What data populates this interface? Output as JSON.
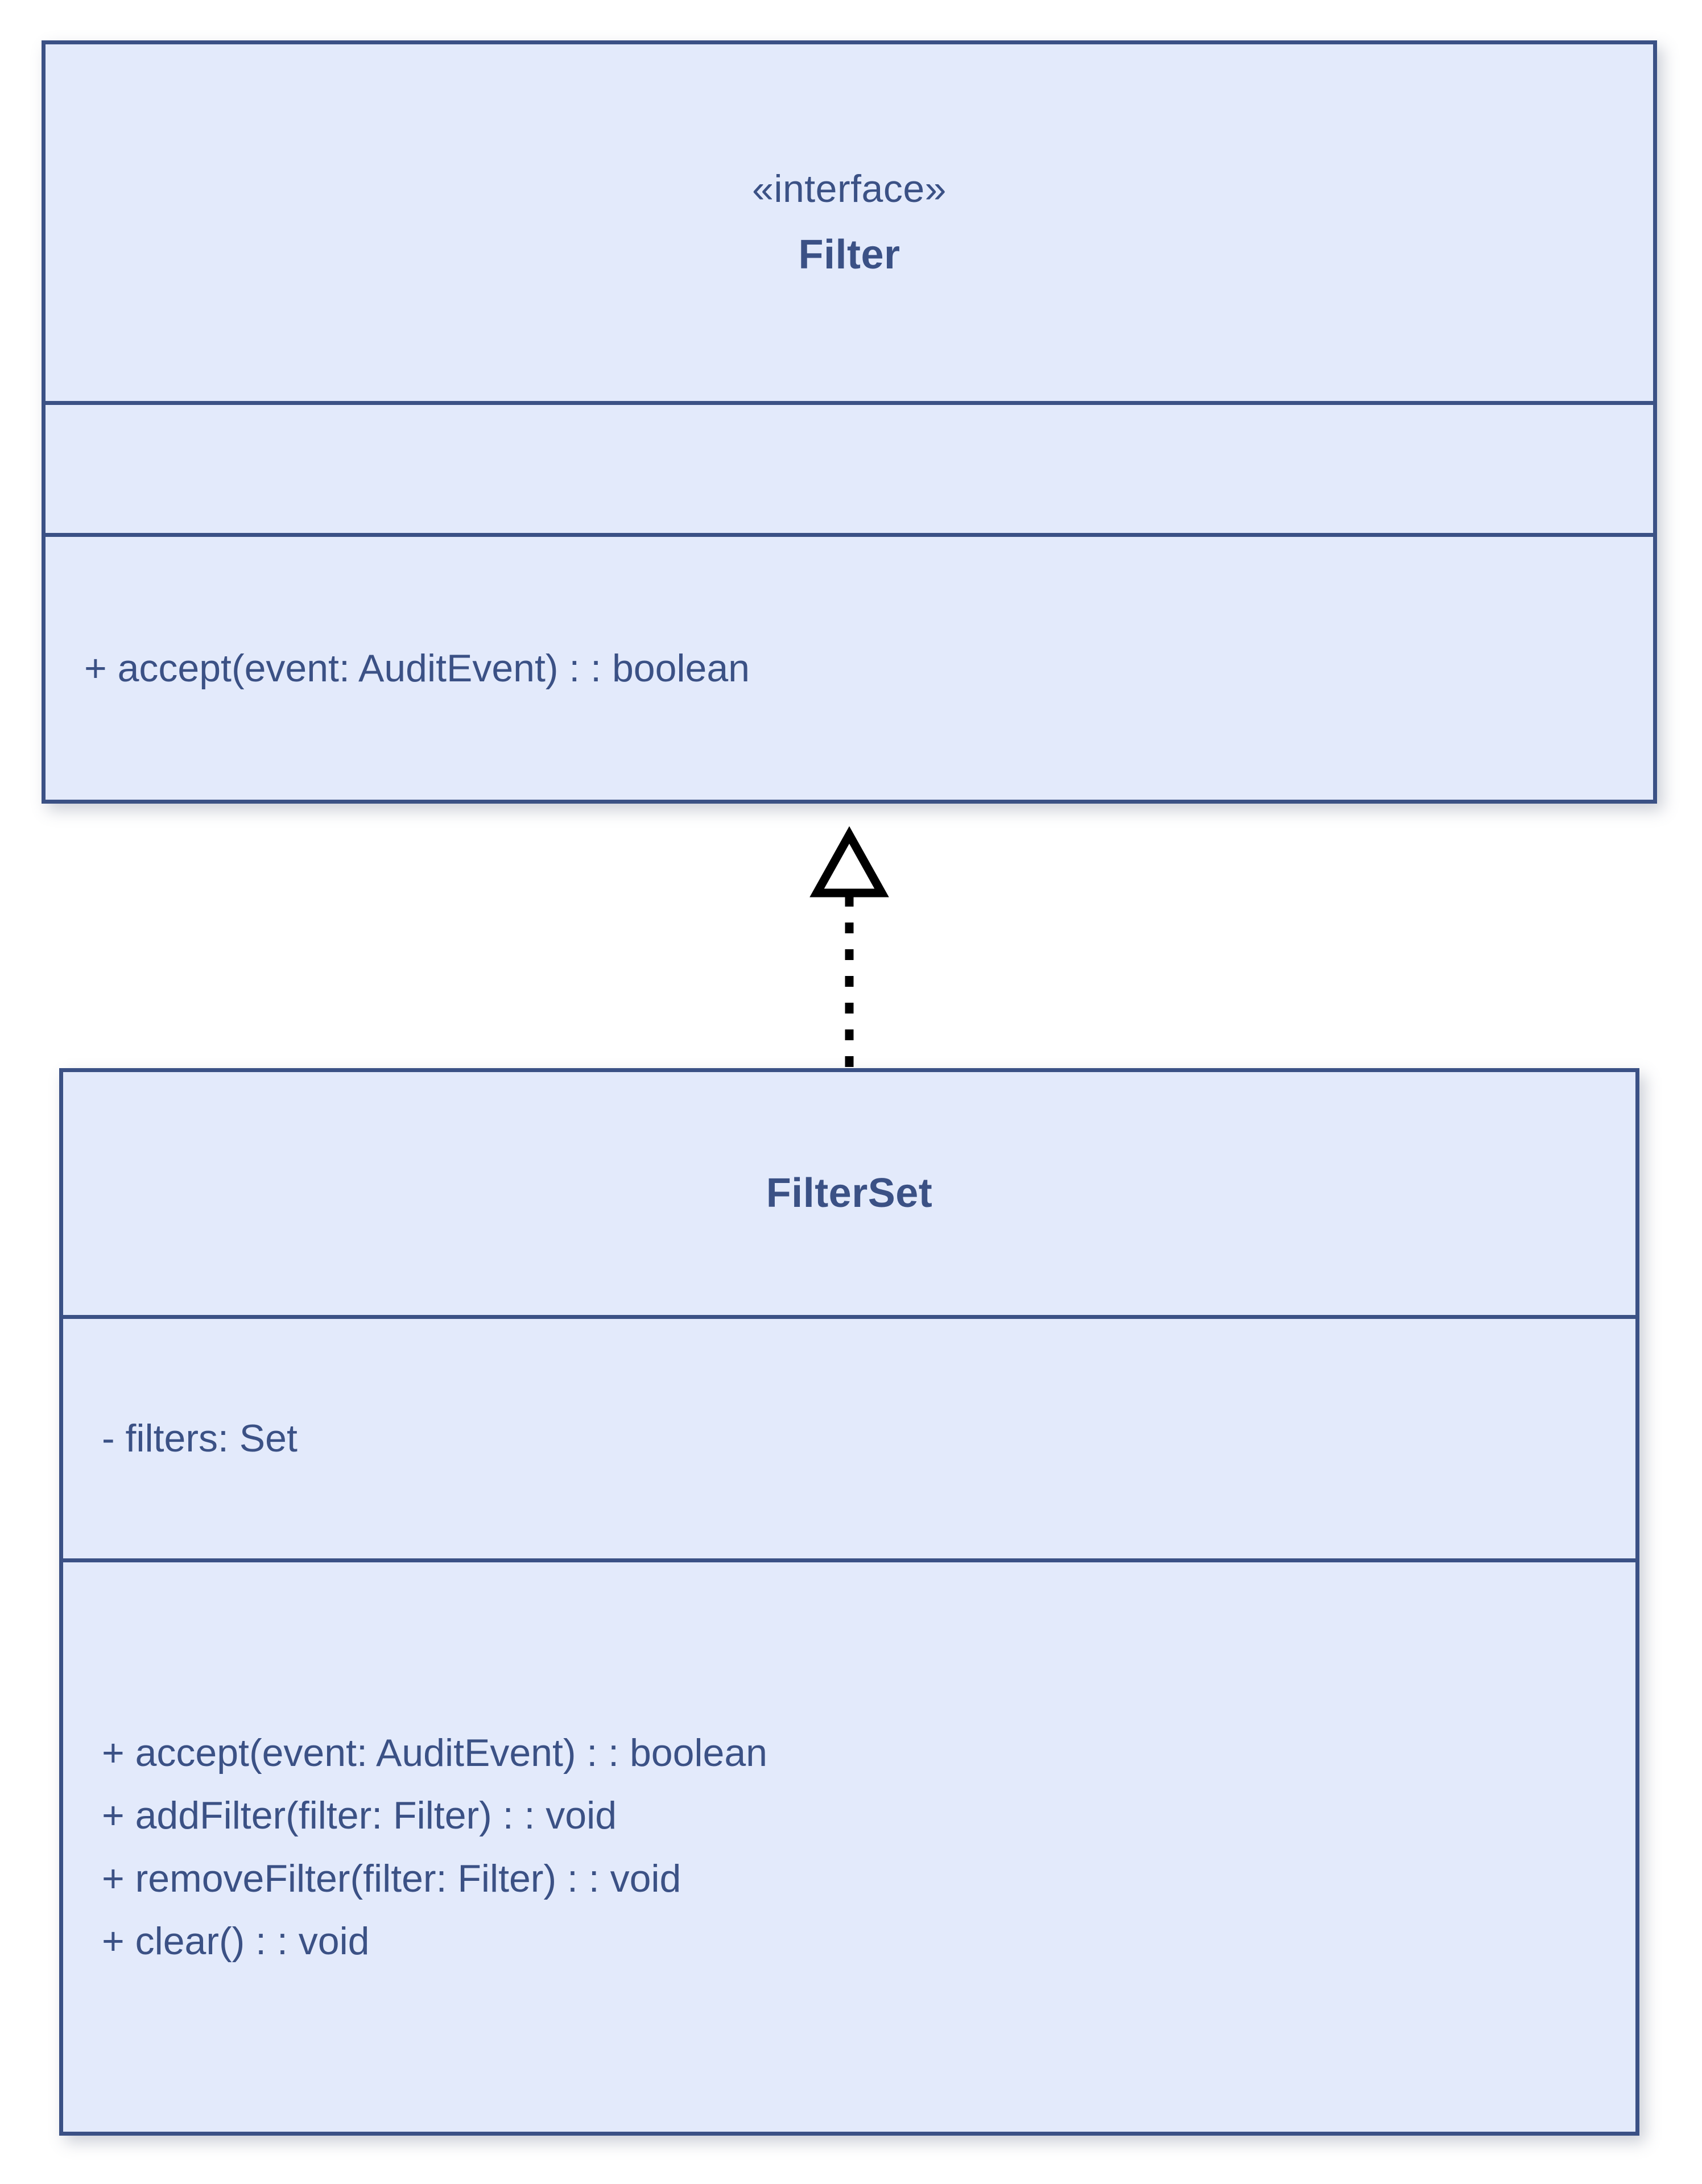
{
  "diagram": {
    "type": "uml-class-diagram",
    "background_color": "#ffffff",
    "box_fill_color": "#e3eafb",
    "box_border_color": "#3b5185",
    "text_color": "#3b5185",
    "connector_color": "#000000"
  },
  "classes": [
    {
      "id": "filter",
      "stereotype": "«interface»",
      "name": "Filter",
      "attributes": [],
      "methods": [
        "+ accept(event: AuditEvent) : : boolean"
      ]
    },
    {
      "id": "filterset",
      "stereotype": "",
      "name": "FilterSet",
      "attributes": [
        "- filters: Set"
      ],
      "methods": [
        "+ accept(event: AuditEvent) : : boolean",
        "+ addFilter(filter: Filter) : : void",
        "+ removeFilter(filter: Filter) : : void",
        "+ clear() : : void"
      ]
    }
  ],
  "relationships": [
    {
      "id": "realization-filterset-filter",
      "kind": "realization",
      "line_style": "dotted",
      "arrow_head": "hollow-triangle",
      "from": "FilterSet",
      "to": "Filter",
      "label": ""
    }
  ]
}
